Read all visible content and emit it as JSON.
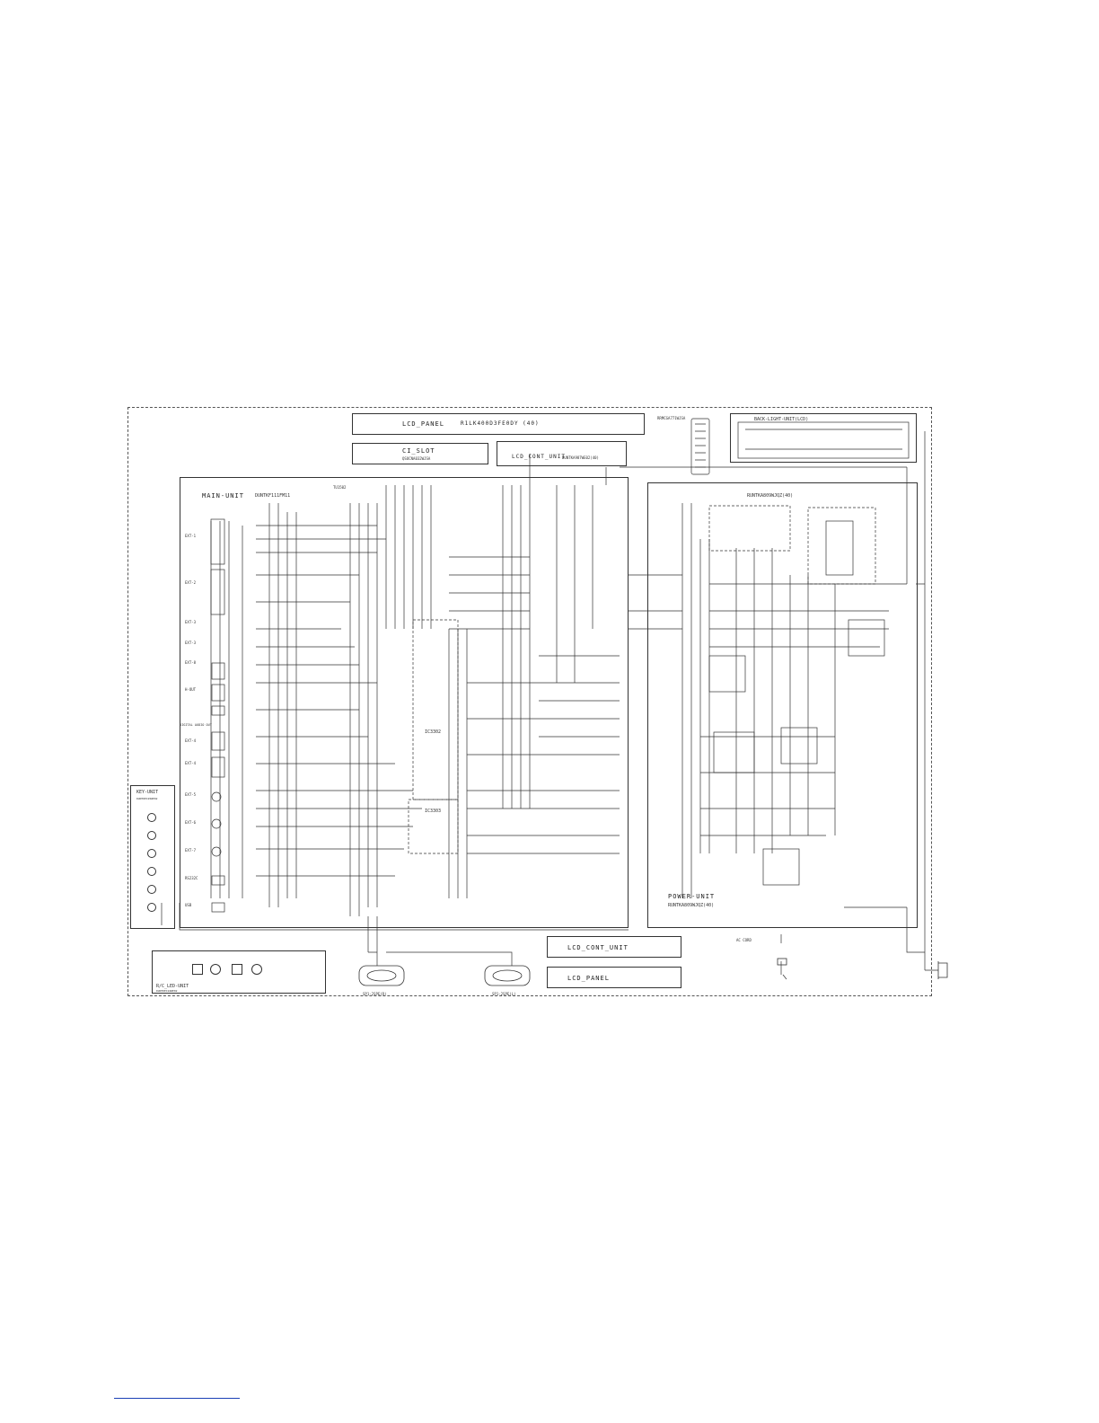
{
  "diagram": {
    "top_panel": {
      "title": "LCD_PANEL",
      "model": "R1LK400D3FE0DY (40)"
    },
    "ci_slot": {
      "title": "CI_SLOT",
      "part": "QSOCNA032WJSA"
    },
    "lcd_cont_top": {
      "title": "LCD_CONT_UNIT",
      "model": "DUNTKA987WE02(40)"
    },
    "remote": {
      "label": "RRMCGA771WJSA"
    },
    "backlight": {
      "title": "BACK-LIGHT-UNIT(LCD)"
    },
    "main_unit": {
      "title": "MAIN-UNIT",
      "model": "DUNTKF111FM11"
    },
    "tuner": {
      "label": "TU1502"
    },
    "power_unit": {
      "header": "RUNTKA809WJQZ(40)",
      "title": "POWER-UNIT",
      "model": "RUNTKA809WJQZ(40)"
    },
    "key_unit": {
      "title": "KEY-UNIT",
      "model": "DUNTKE195WE02"
    },
    "rc_led_unit": {
      "title": "R/C_LED-UNIT",
      "model": "DUNTKE194WE02"
    },
    "bottom_boxes": {
      "lcd_cont": "LCD_CONT_UNIT",
      "lcd_panel": "LCD_PANEL"
    },
    "ics": {
      "ic_a": "IC3302",
      "ic_b": "IC3303"
    },
    "ext_ports": [
      "EXT-1",
      "EXT-2",
      "EXT-3",
      "EXT-3",
      "EXT-8",
      "H-OUT",
      "DIGITAL AUDIO OUT",
      "EXT-4",
      "EXT-4",
      "EXT-5",
      "EXT-6",
      "EXT-7",
      "RS232C",
      "USB"
    ],
    "speakers": {
      "right": "SP1-2SPE(R)",
      "left": "SP1-2SPE(L)"
    },
    "ac_cord": {
      "label": "AC CORD"
    }
  }
}
